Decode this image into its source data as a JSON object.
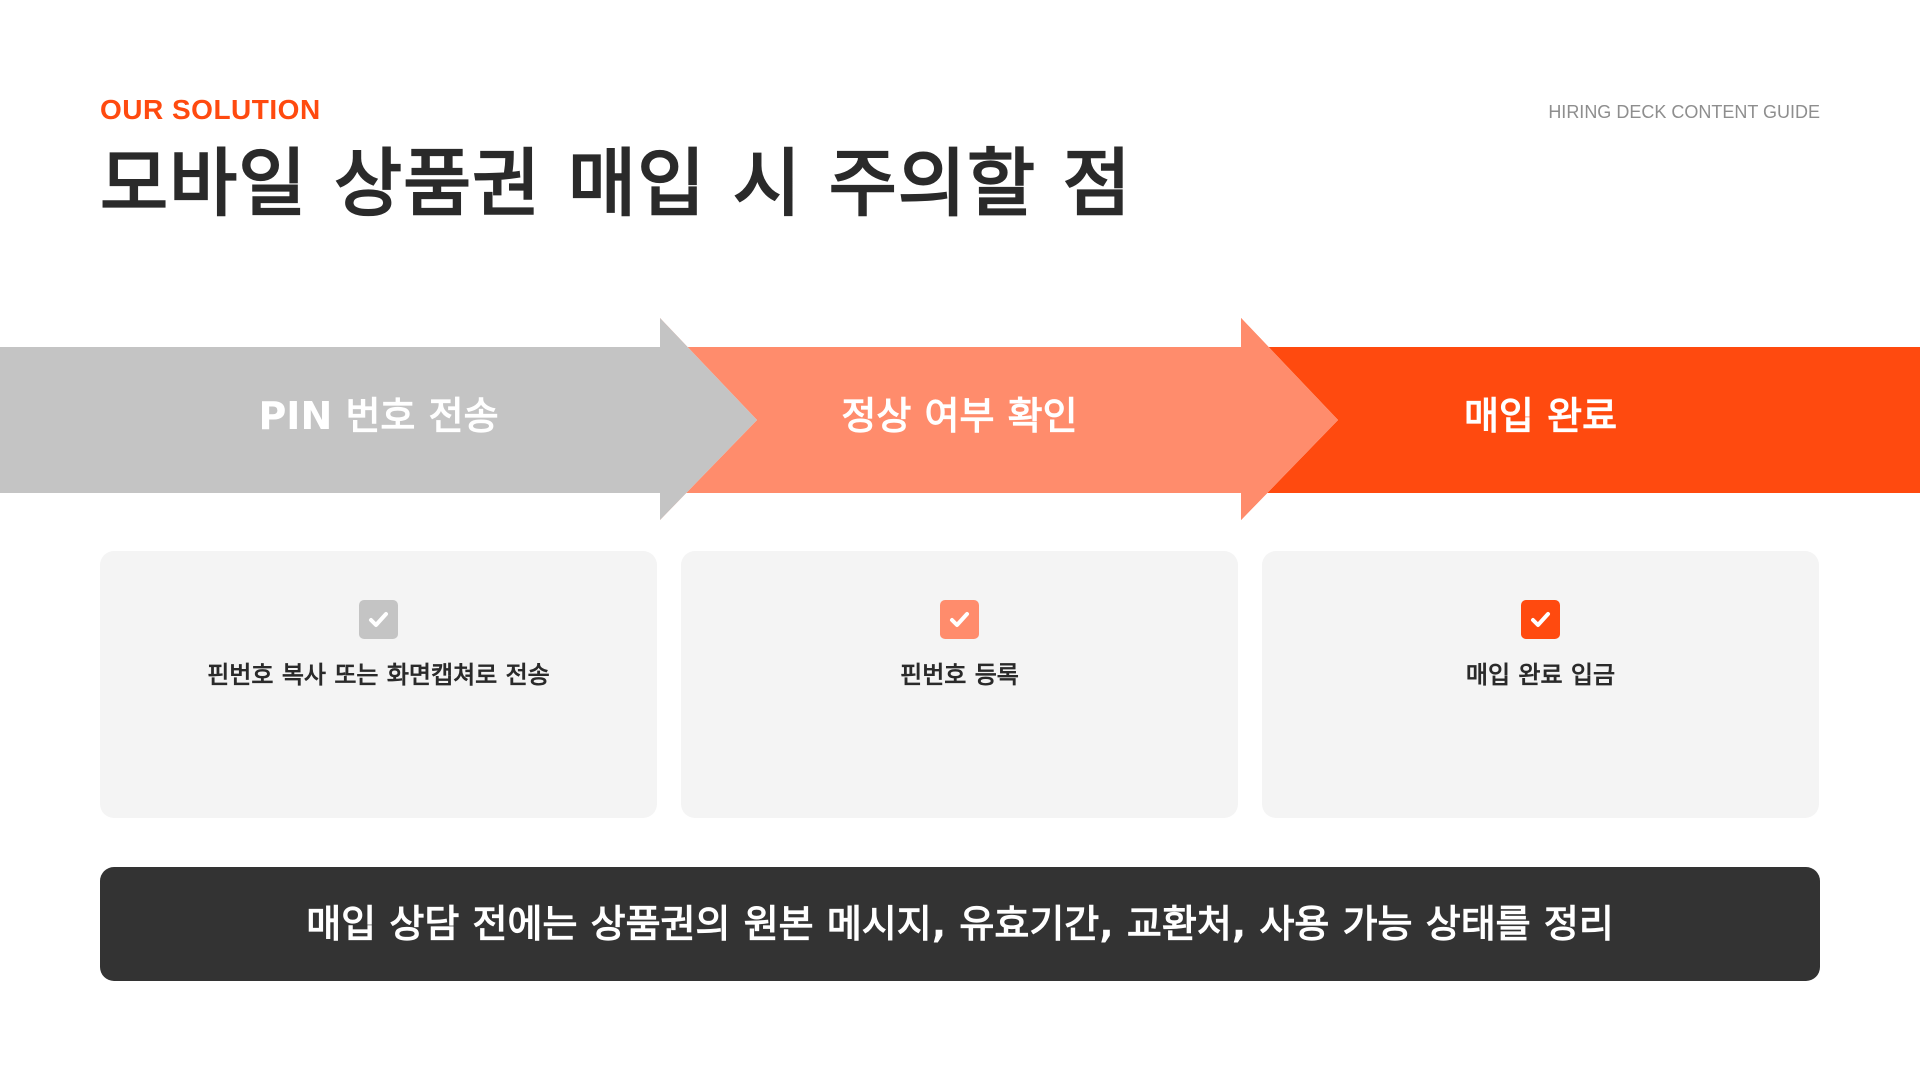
{
  "header": {
    "eyebrow": "OUR SOLUTION",
    "top_right": "HIRING DECK CONTENT GUIDE",
    "title": "모바일 상품권 매입 시 주의할 점"
  },
  "steps": [
    {
      "label": "PIN 번호 전송",
      "color": "#c4c4c4",
      "description": "핀번호 복사 또는 화면캡쳐로 전송",
      "icon": "check-icon"
    },
    {
      "label": "정상 여부 확인",
      "color": "#ff8c6c",
      "description": "핀번호 등록",
      "icon": "check-icon"
    },
    {
      "label": "매입 완료",
      "color": "#ff4a0f",
      "description": "매입 완료 입금",
      "icon": "check-icon"
    }
  ],
  "banner": {
    "text": "매입 상담 전에는 상품권의 원본 메시지, 유효기간, 교환처, 사용 가능 상태를 정리"
  },
  "colors": {
    "accent": "#ff4a0f",
    "title": "#2a2a2a",
    "card_bg": "#f4f4f4",
    "banner_bg": "#333333"
  }
}
